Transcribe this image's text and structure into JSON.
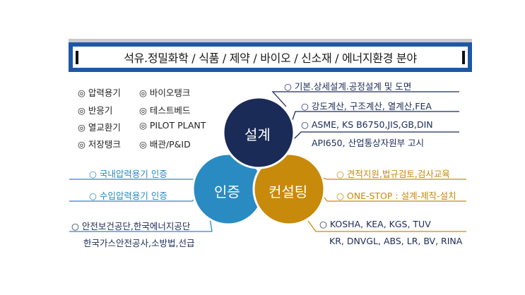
{
  "banner": {
    "title": "석유.정밀화학 / 식품 / 제약 / 바이오 / 신소재 / 에너지환경 분야"
  },
  "equipment": [
    "◎ 압력용기",
    "◎ 바이오탱크",
    "◎ 반응기",
    "◎ 테스트베드",
    "◎ 열교환기",
    "◎ PILOT PLANT",
    "◎ 저장탱크",
    "◎ 배관/P&ID"
  ],
  "circles": {
    "design": "설계",
    "cert": "인증",
    "consult": "컨설팅"
  },
  "design_items": [
    "○ 기본.상세설계.공정설계 및 도면",
    "○ 강도계산, 구조계산, 열계산,FEA",
    "○ ASME, KS B6750,JIS,GB,DIN",
    "API650, 산업통상자원부 고시"
  ],
  "cert_items": [
    "○ 국내압력용기 인증",
    "○ 수입압력용기 인증",
    "○ 안전보건공단,한국에너지공단",
    "한국가스안전공사,소방법,선급"
  ],
  "consult_items": [
    "○ 견적지원,법규검토,검사교육",
    "○ ONE-STOP : 설계-제작-설치",
    "○ KOSHA, KEA, KGS, TUV",
    "KR, DNVGL, ABS, LR, BV, RINA"
  ],
  "colors": {
    "banner": "#1f57a5",
    "design": "#1b2b57",
    "cert": "#2a8bc2",
    "consult": "#c78a0a"
  }
}
